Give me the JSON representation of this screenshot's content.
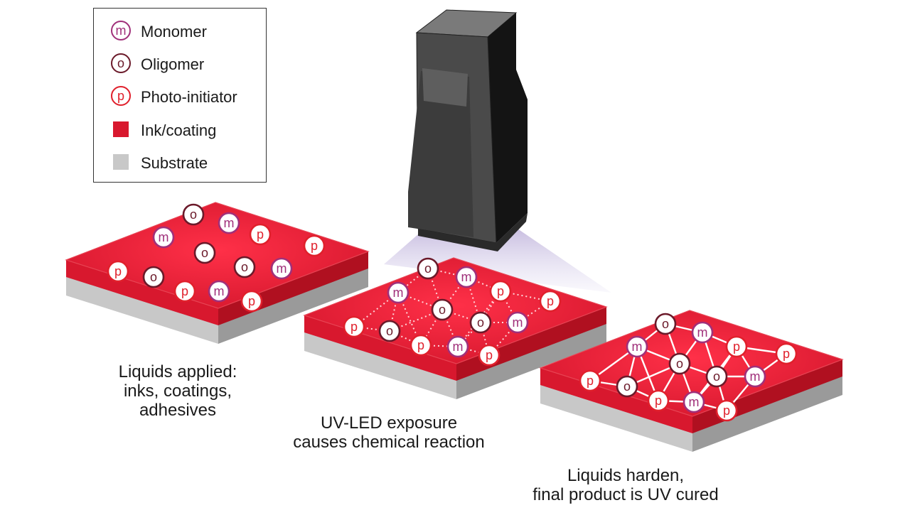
{
  "legend": {
    "items": [
      {
        "key": "monomer",
        "symbol": "m",
        "label": "Monomer"
      },
      {
        "key": "oligomer",
        "symbol": "o",
        "label": "Oligomer"
      },
      {
        "key": "photoinitiator",
        "symbol": "p",
        "label": "Photo-initiator"
      },
      {
        "key": "ink",
        "symbol": "",
        "label": "Ink/coating"
      },
      {
        "key": "substrate",
        "symbol": "",
        "label": "Substrate"
      }
    ]
  },
  "colors": {
    "monomer": "#a0307a",
    "oligomer": "#6b1a2a",
    "photoinitiator": "#e0202c",
    "ink": "#d8182e",
    "ink_dark": "#b01020",
    "substrate": "#c8c8c8",
    "substrate_dark": "#9a9a9a",
    "device": "#3a3a3a"
  },
  "steps": [
    {
      "name": "applied",
      "caption": [
        "Liquids applied:",
        "inks, coatings,",
        "adhesives"
      ]
    },
    {
      "name": "exposure",
      "caption": [
        "UV-LED exposure",
        "causes chemical reaction"
      ]
    },
    {
      "name": "cured",
      "caption": [
        "Liquids harden,",
        "final product is UV cured"
      ]
    }
  ]
}
